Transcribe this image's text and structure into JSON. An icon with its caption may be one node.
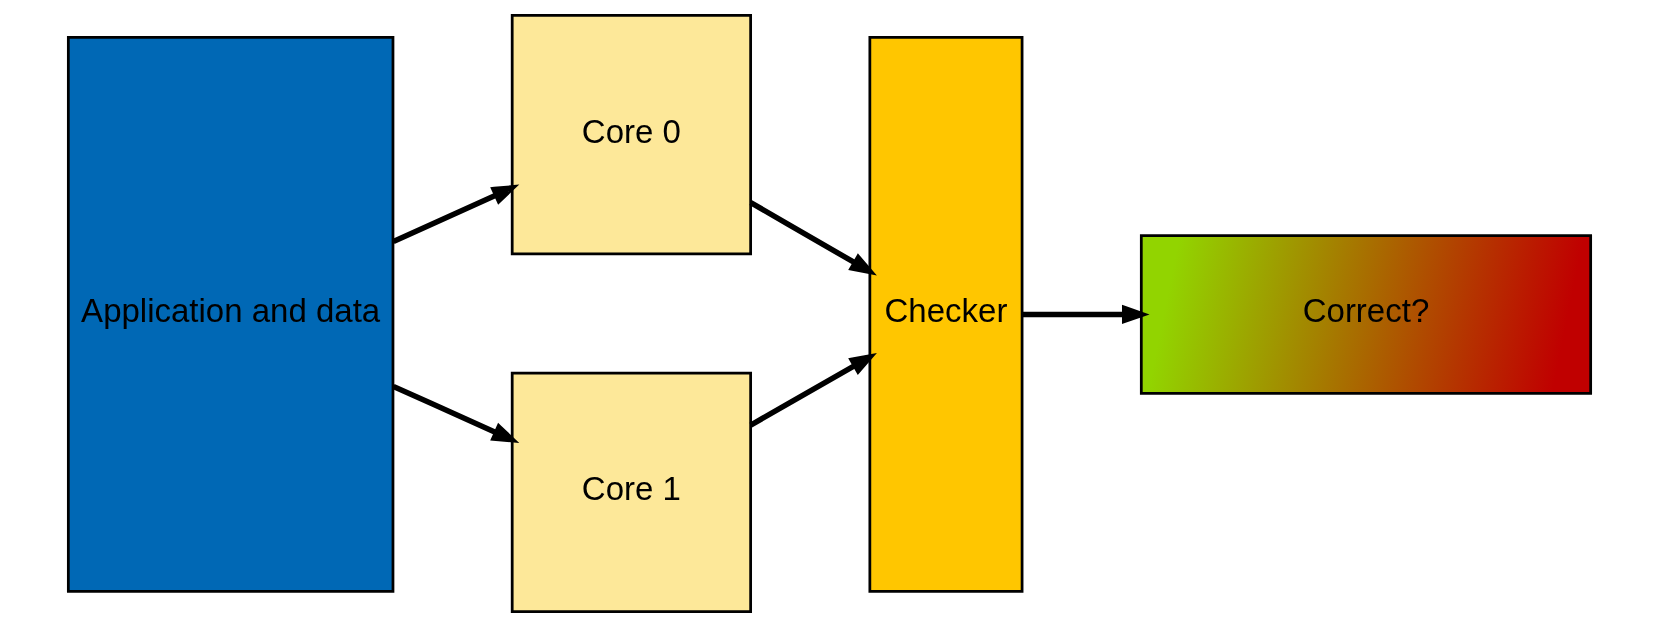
{
  "diagram": {
    "nodes": [
      {
        "text": [
          "Application and data"
        ]
      },
      {
        "text": [
          "Core 0"
        ]
      },
      {
        "text": [
          "Core 1"
        ]
      },
      {
        "text": [
          "Checker"
        ]
      },
      {
        "text": [
          "Correct?"
        ]
      }
    ],
    "edges": [
      {
        "from": 0,
        "to": 1,
        "arrow": "to"
      },
      {
        "from": 0,
        "to": 2,
        "arrow": "to"
      },
      {
        "from": 1,
        "to": 3,
        "arrow": "to"
      },
      {
        "from": 2,
        "to": 3,
        "arrow": "to"
      },
      {
        "from": 3,
        "to": 4,
        "arrow": "to"
      }
    ]
  }
}
